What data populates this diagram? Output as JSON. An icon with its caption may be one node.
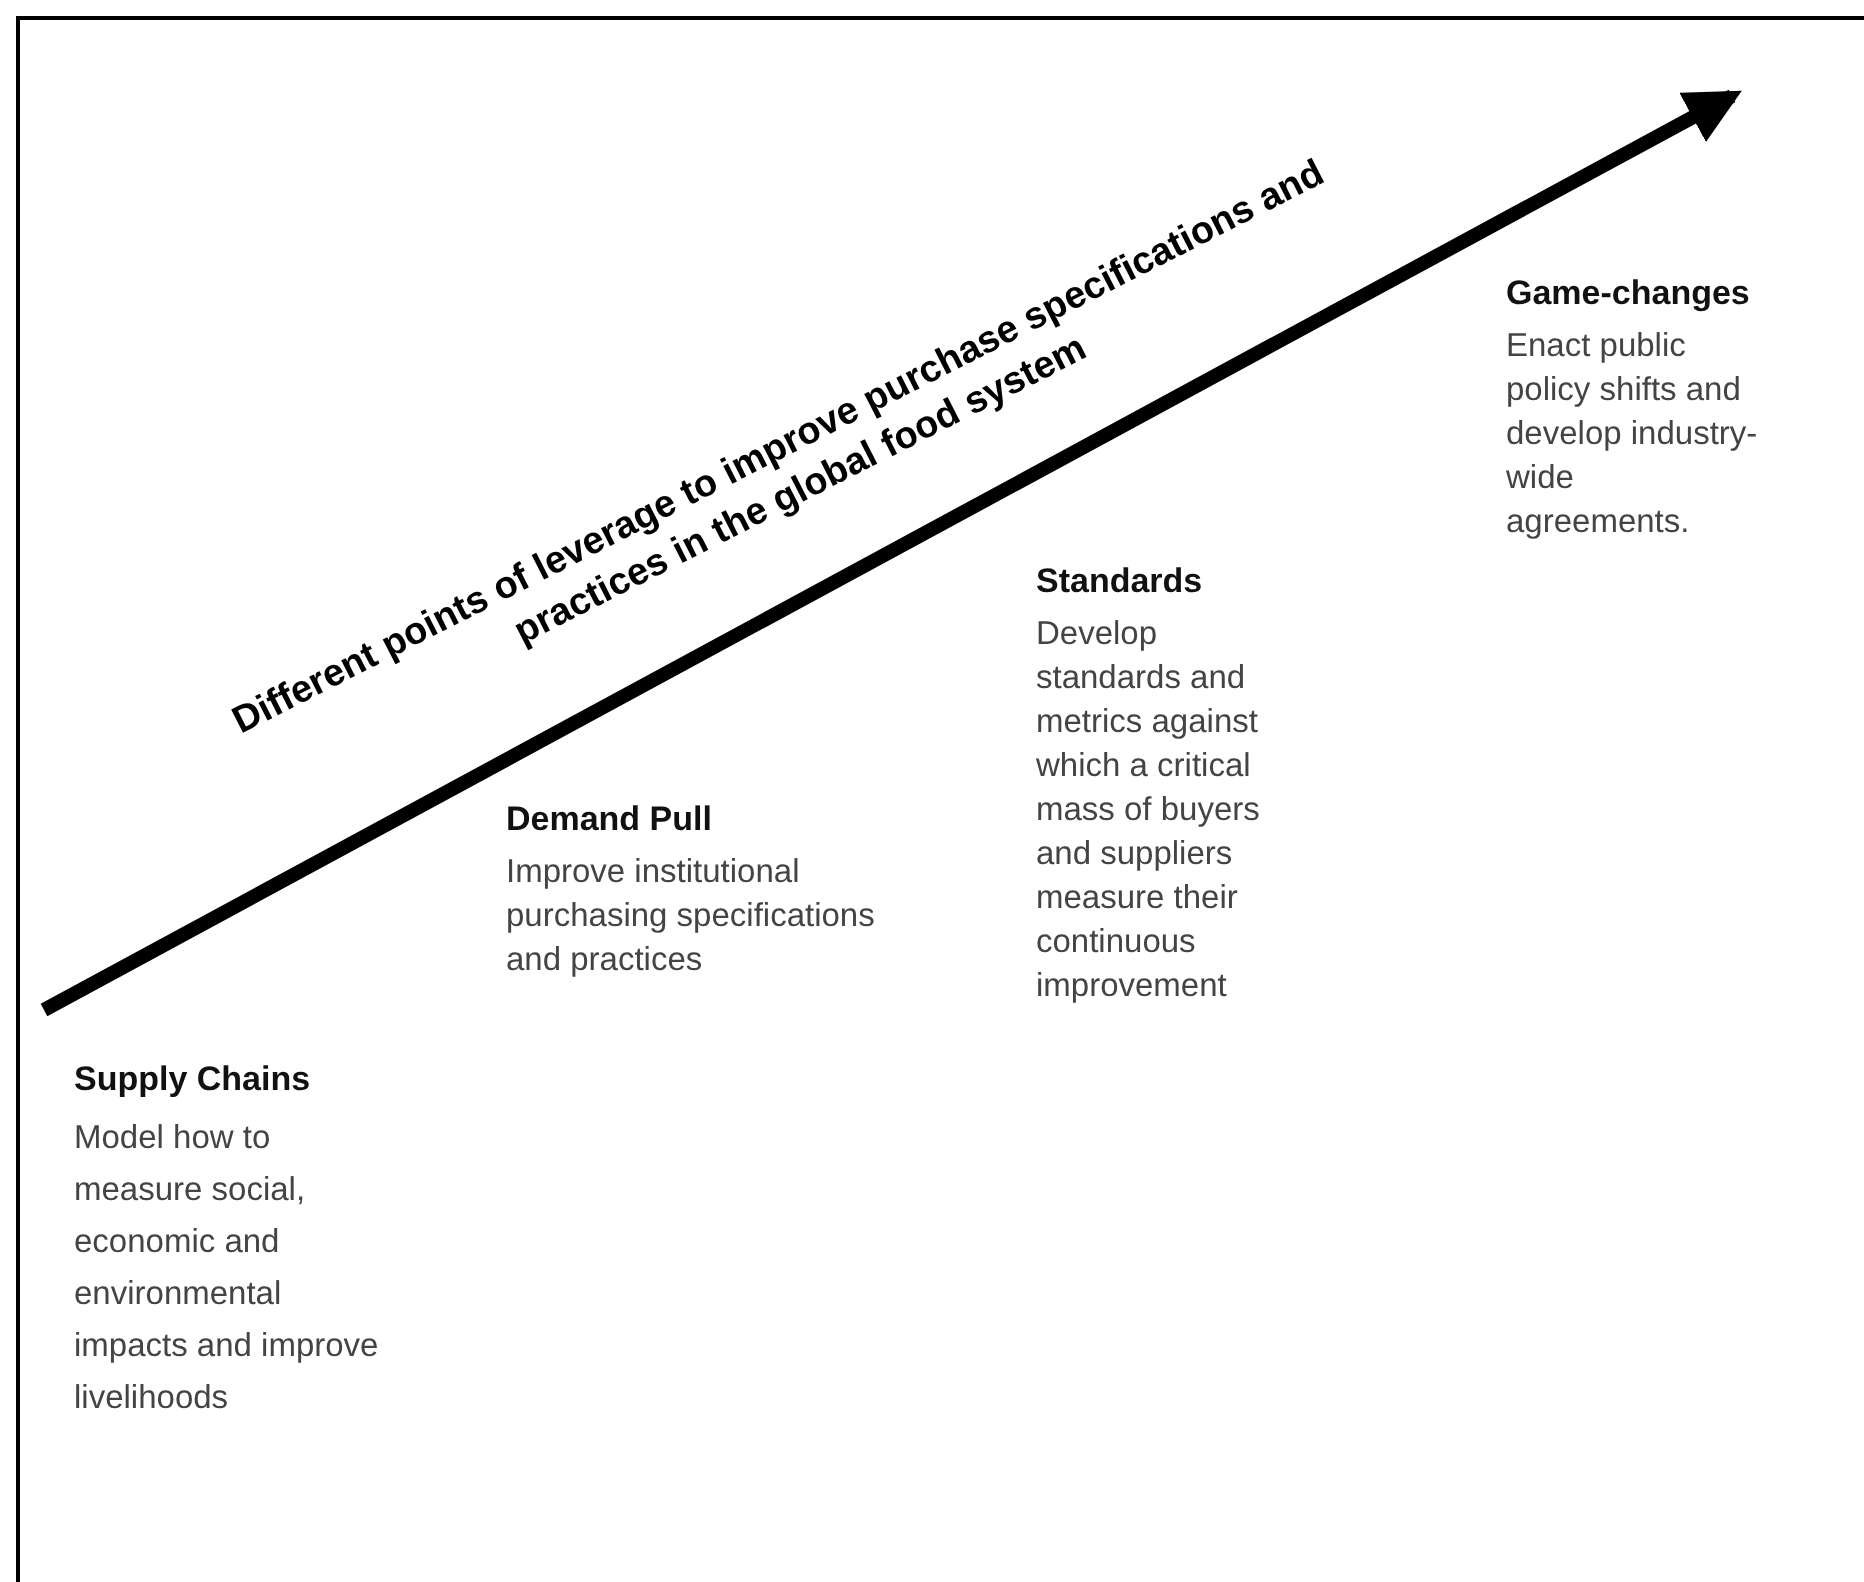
{
  "diagram": {
    "title": "Different points of leverage to improve purchase specifications and practices in the global food system",
    "labels": [
      "Supply Chains",
      "Model how to measure social, economic and environmental impacts and improve livelihoods",
      "Demand Pull",
      "Improve institutional purchasing specifications and practices",
      "Standards",
      "Develop standards and metrics against which a critical mass of buyers and suppliers measure their continuous improvement",
      "Game-changes",
      "Enact public policy shifts and develop industry-wide agreements."
    ]
  }
}
